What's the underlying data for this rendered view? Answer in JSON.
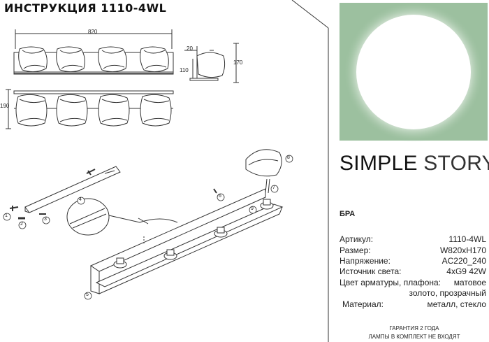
{
  "doc": {
    "title": "ИНСТРУКЦИЯ 1110-4WL",
    "brand_left": "SIMPLE",
    "brand_right": "STORY",
    "product_type": "БРА"
  },
  "dims": {
    "width": "820",
    "depth": "20",
    "height_back": "110",
    "height_side": "170",
    "height_front": "190"
  },
  "callouts": [
    "1",
    "2",
    "3",
    "4",
    "5",
    "6",
    "7",
    "8",
    "9"
  ],
  "specs": [
    {
      "label": "Артикул:",
      "value": "1110-4WL"
    },
    {
      "label": "Размер:",
      "value": "W820xH170"
    },
    {
      "label": "Напряжение:",
      "value": "AC220_240"
    },
    {
      "label": "Источник света:",
      "value": "4xG9 42W"
    },
    {
      "label": "Цвет арматуры, плафона:",
      "value": "матовое"
    },
    {
      "label": "",
      "value": "золото, прозрачный"
    },
    {
      "label": "Материал:",
      "value": "металл, стекло"
    }
  ],
  "footer": [
    "ГАРАНТИЯ 2 ГОДА",
    "ЛАМПЫ В КОМПЛЕКТ НЕ ВХОДЯТ"
  ],
  "colors": {
    "swatch": "#9cc09f",
    "glow": "#ffffff",
    "line": "#333333"
  }
}
